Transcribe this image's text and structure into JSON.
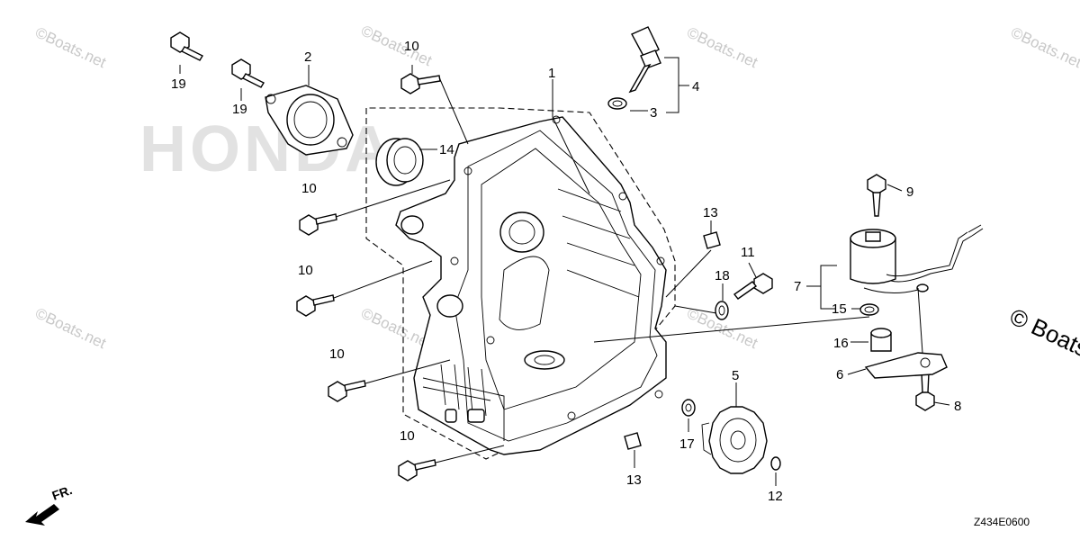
{
  "watermark": {
    "text": "©Boats.net",
    "large_text": "© Boats.n"
  },
  "brand_watermark": "HONDA",
  "callouts": {
    "p1": "1",
    "p2": "2",
    "p3": "3",
    "p4": "4",
    "p5": "5",
    "p6": "6",
    "p7": "7",
    "p8": "8",
    "p9": "9",
    "p10": "10",
    "p11": "11",
    "p12": "12",
    "p13": "13",
    "p14": "14",
    "p15": "15",
    "p16": "16",
    "p17": "17",
    "p18": "18",
    "p19": "19"
  },
  "direction_label": "FR.",
  "diagram_code": "Z434E0600"
}
